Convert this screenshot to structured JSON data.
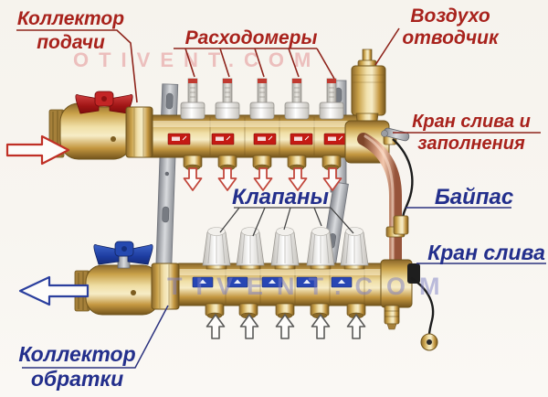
{
  "labels": {
    "supply_manifold": {
      "line1": "Коллектор",
      "line2": "подачи"
    },
    "flow_meters": "Расходомеры",
    "air_vent": {
      "line1": "Воздухо",
      "line2": "отводчик"
    },
    "drain_fill_valve": {
      "line1": "Кран слива и",
      "line2": "заполнения"
    },
    "bypass": "Байпас",
    "valves": "Клапаны",
    "drain_valve": "Кран слива",
    "return_manifold": {
      "line1": "Коллектор",
      "line2": "обратки"
    }
  },
  "watermark": {
    "top": "OTIVENT.COM",
    "bottom": "TIVENT.COM"
  },
  "colors": {
    "label_red": "#a8221c",
    "label_blue": "#232f8c",
    "leader_red": "#8e241b",
    "leader_blue": "#2c337f",
    "brass": "#d2ab58",
    "copper": "#d29a7c",
    "steel": "#b9bcc1",
    "red_handle": "#c32525",
    "blue_handle": "#2549b0",
    "watermark_pink": "#e9b2b0",
    "watermark_blue": "#7c7ec4"
  }
}
